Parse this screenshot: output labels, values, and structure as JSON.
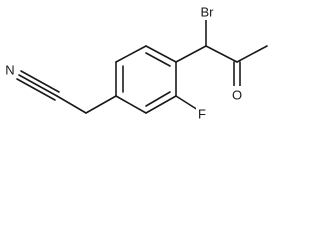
{
  "molecule": {
    "atoms": {
      "bromine": "Br",
      "fluorine": "F",
      "oxygen": "O",
      "nitrogen": "N"
    }
  }
}
